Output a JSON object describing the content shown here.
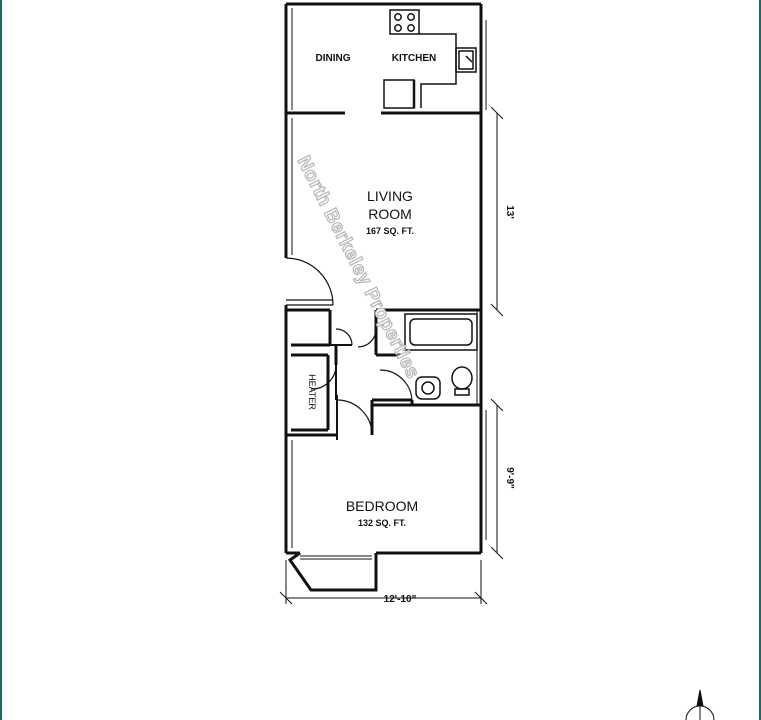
{
  "rooms": {
    "dining": "DINING",
    "kitchen": "KITCHEN",
    "living_line1": "LIVING",
    "living_line2": "ROOM",
    "living_area": "167 SQ. FT.",
    "heater": "HEATER",
    "bedroom": "BEDROOM",
    "bedroom_area": "132 SQ. FT."
  },
  "dimensions": {
    "living_length": "13'",
    "bedroom_length": "9'-9\"",
    "overall_width": "12'-10\""
  },
  "watermark": "North Berkeley Properties",
  "colors": {
    "frame": "#1f6b60",
    "wall": "#111111",
    "watermark_outline": "#b7b7b7"
  }
}
